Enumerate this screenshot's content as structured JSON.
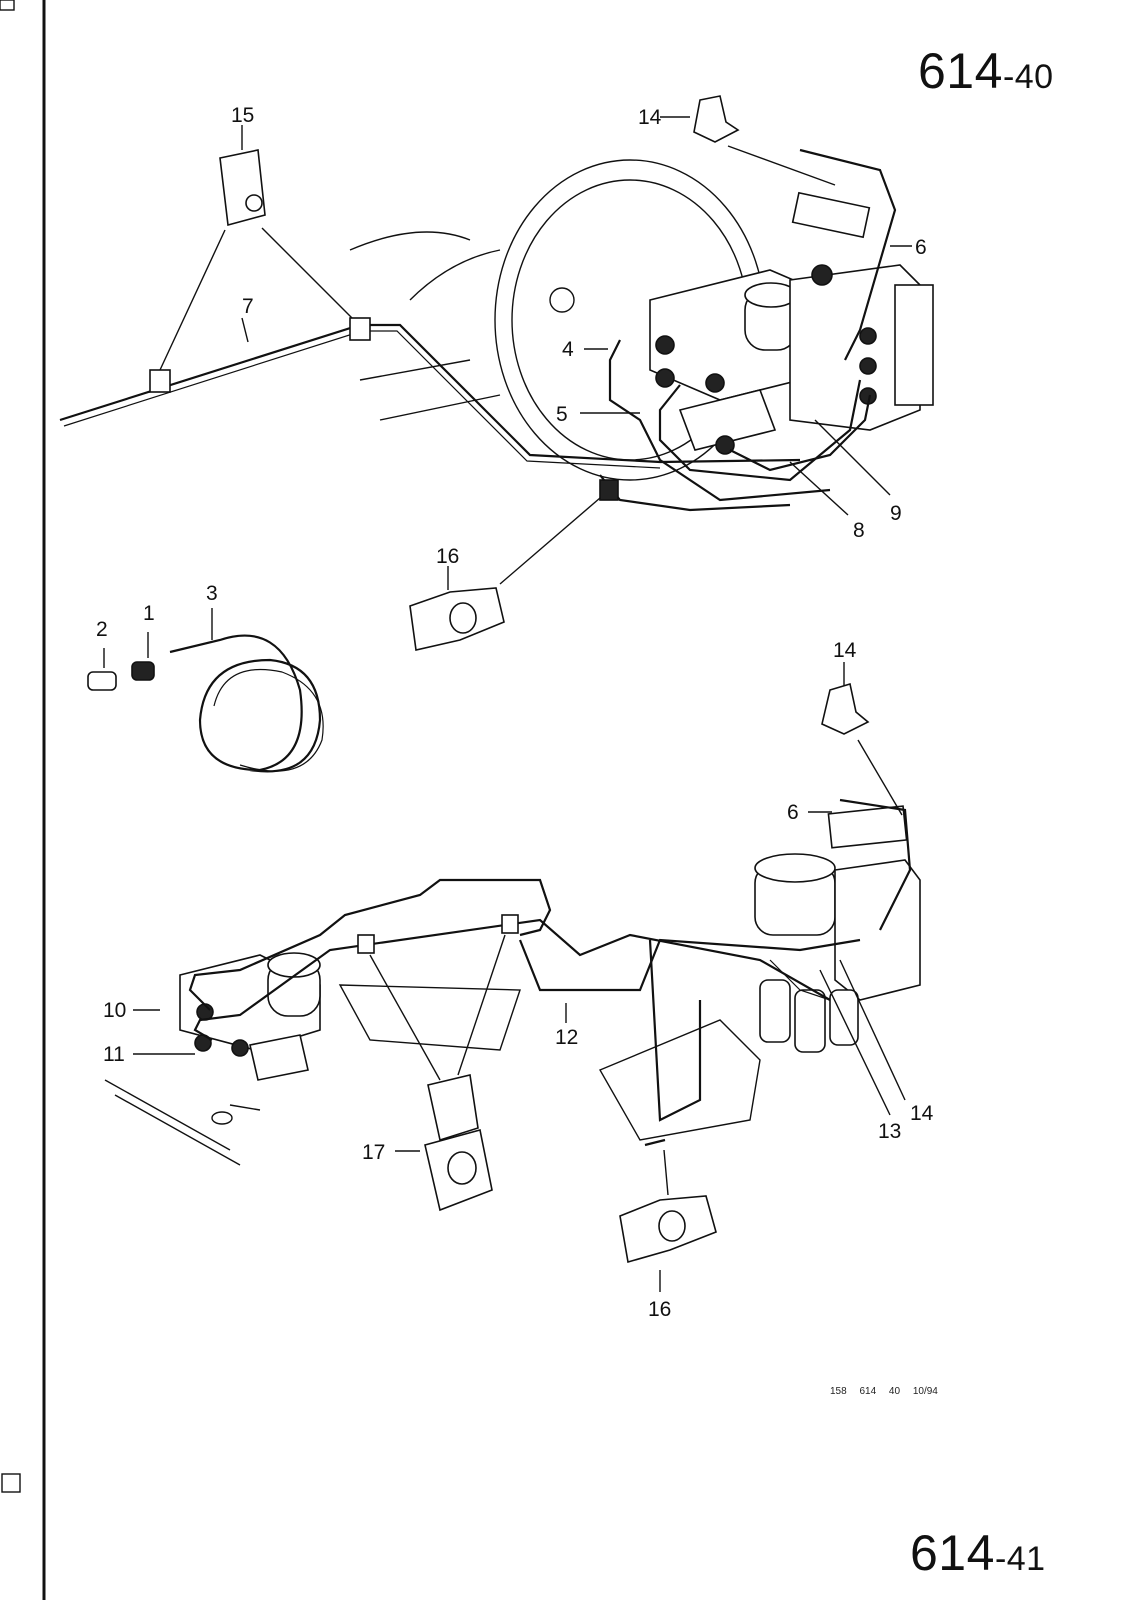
{
  "header": {
    "page_number_main": "614",
    "page_number_sub": "-40"
  },
  "footer": {
    "page_number_main": "614",
    "page_number_sub": "-41",
    "code_line": "158   614 40   10/94"
  },
  "callouts": {
    "c1": "1",
    "c2": "2",
    "c3": "3",
    "c4": "4",
    "c5": "5",
    "c6_top": "6",
    "c6_bottom": "6",
    "c7": "7",
    "c8": "8",
    "c9": "9",
    "c10": "10",
    "c11": "11",
    "c12": "12",
    "c13": "13",
    "c14_top": "14",
    "c14_mid": "14",
    "c14_bottom": "14",
    "c15": "15",
    "c16_top": "16",
    "c16_bottom": "16",
    "c17": "17"
  }
}
